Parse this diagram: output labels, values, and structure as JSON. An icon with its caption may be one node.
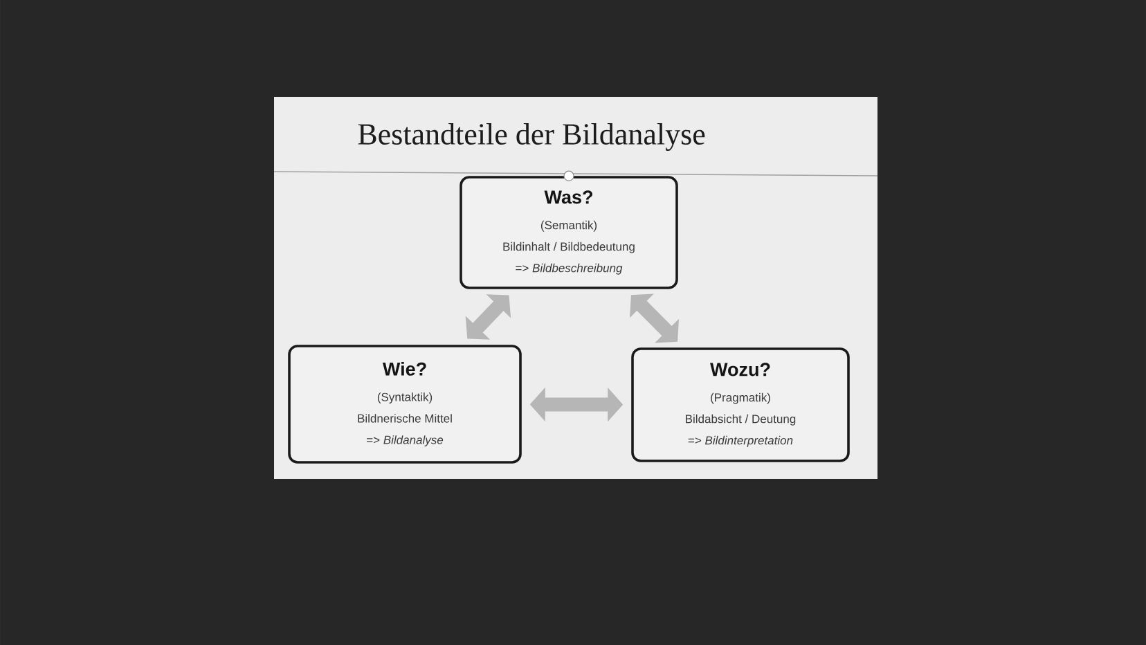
{
  "diagram": {
    "title": "Bestandteile der Bildanalyse",
    "nodes": [
      {
        "text": [
          "Was?",
          "(Semantik)",
          "Bildinhalt / Bildbedeutung",
          "=> *Bildbeschreibung*"
        ]
      },
      {
        "text": [
          "Wie?",
          "(Syntaktik)",
          "Bildnerische Mittel",
          "=> *Bildanalyse*"
        ]
      },
      {
        "text": [
          "Wozu?",
          "(Pragmatik)",
          "Bildabsicht / Deutung",
          "=> *Bildinterpretation*"
        ]
      }
    ],
    "edges": [
      {
        "from": 0,
        "to": 1,
        "arrow": "both"
      },
      {
        "from": 0,
        "to": 2,
        "arrow": "both"
      },
      {
        "from": 1,
        "to": 2,
        "arrow": "both"
      }
    ]
  }
}
